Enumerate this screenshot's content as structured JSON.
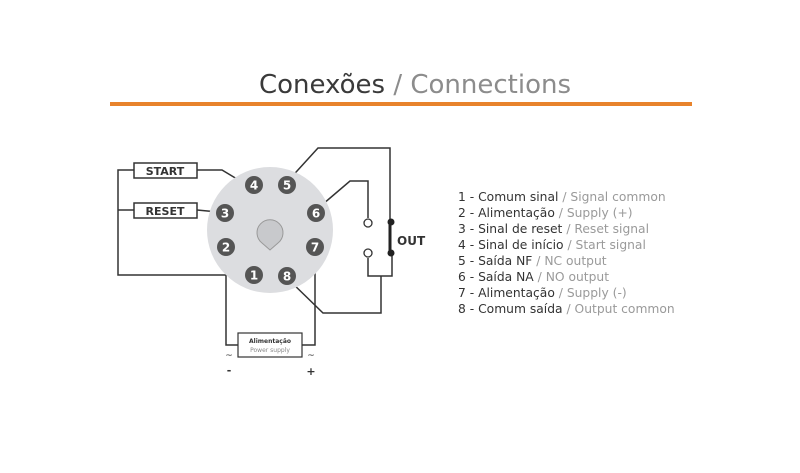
{
  "title": {
    "pt": "Conexões",
    "sep": " / ",
    "en": "Connections"
  },
  "colors": {
    "accent": "#e8832c",
    "pin": "#555555",
    "socket": "#dcdde0"
  },
  "diagram": {
    "start_label": "START",
    "reset_label": "RESET",
    "out_label": "OUT",
    "power_label_pt": "Alimentação",
    "power_label_en": "Power supply",
    "ac_symbol": "~",
    "minus": "-",
    "plus": "+",
    "pins": [
      "1",
      "2",
      "3",
      "4",
      "5",
      "6",
      "7",
      "8"
    ]
  },
  "legend": [
    {
      "pt": "1 - Comum sinal",
      "en": "Signal common"
    },
    {
      "pt": "2 - Alimentação",
      "en": "Supply (+)"
    },
    {
      "pt": "3 - Sinal de reset",
      "en": "Reset signal"
    },
    {
      "pt": "4 - Sinal de início",
      "en": "Start signal"
    },
    {
      "pt": "5 - Saída NF",
      "en": "NC output"
    },
    {
      "pt": "6 - Saída NA",
      "en": "NO output"
    },
    {
      "pt": "7 - Alimentação",
      "en": "Supply (-)"
    },
    {
      "pt": "8 - Comum saída",
      "en": "Output common"
    }
  ]
}
